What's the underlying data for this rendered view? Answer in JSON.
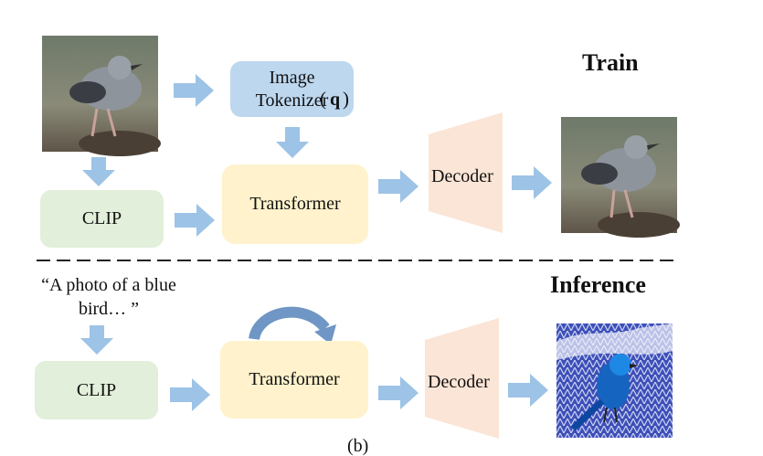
{
  "train": {
    "title": "Train",
    "image_tokenizer_label": "Image\nTokenizer",
    "tokenizer_symbol": "q",
    "clip_label": "CLIP",
    "transformer_label": "Transformer",
    "decoder_label": "Decoder",
    "input_image_icon": "bird-photo",
    "output_image_icon": "bird-photo"
  },
  "inference": {
    "title": "Inference",
    "prompt_text": "“A photo of a blue bird… ”",
    "clip_label": "CLIP",
    "transformer_label": "Transformer",
    "decoder_label": "Decoder",
    "output_image_icon": "blue-bird-image"
  },
  "caption_partial": "(b)",
  "colors": {
    "arrow": "#9dc3e6",
    "clip_box": "#e2efda",
    "transformer_box": "#fff2cc",
    "tokenizer_box": "#bdd7ee",
    "decoder_shape": "#fbe5d6",
    "loop_arrow": "#6f96c4"
  }
}
